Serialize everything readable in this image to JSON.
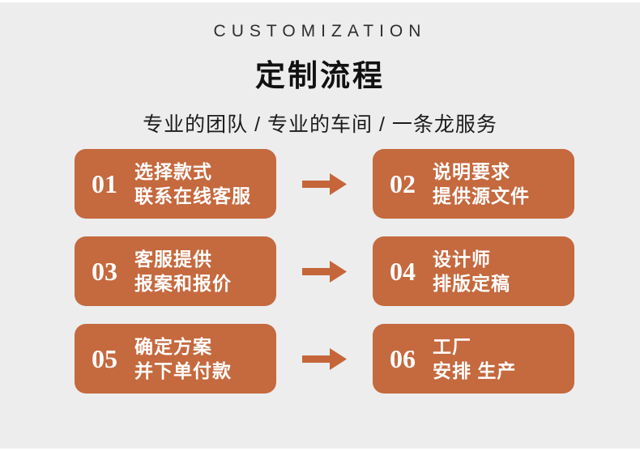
{
  "page": {
    "background_color": "#ededed",
    "accent_color": "#c5693e",
    "text_color": "#1c1c1c"
  },
  "header": {
    "eyebrow": "CUSTOMIZATION",
    "title": "定制流程",
    "subtitle": "专业的团队 / 专业的车间 / 一条龙服务"
  },
  "steps": [
    {
      "number": "01",
      "line1": "选择款式",
      "line2": "联系在线客服"
    },
    {
      "number": "02",
      "line1": "说明要求",
      "line2": "提供源文件"
    },
    {
      "number": "03",
      "line1": "客服提供",
      "line2": "报案和报价"
    },
    {
      "number": "04",
      "line1": "设计师",
      "line2": "排版定稿"
    },
    {
      "number": "05",
      "line1": "确定方案",
      "line2": "并下单付款"
    },
    {
      "number": "06",
      "line1": "工厂",
      "line2": "安排 生产"
    }
  ]
}
